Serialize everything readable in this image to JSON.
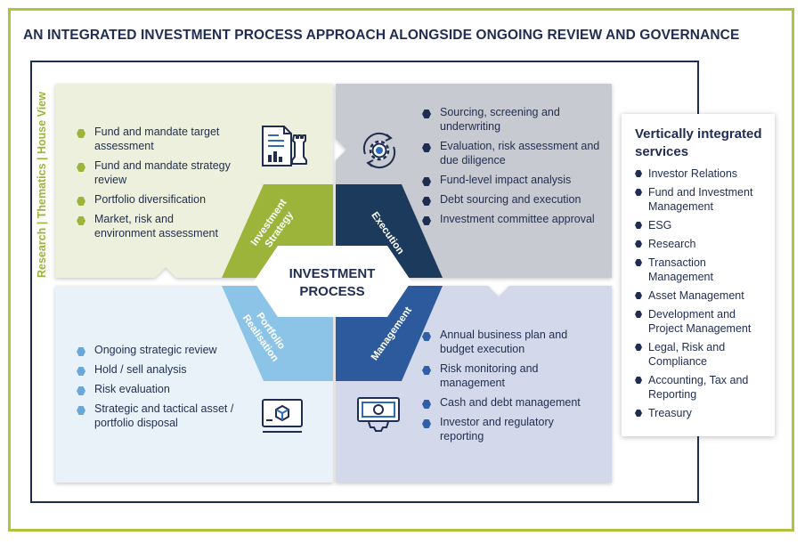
{
  "title": "AN INTEGRATED INVESTMENT PROCESS APPROACH ALONGSIDE ONGOING REVIEW AND GOVERNANCE",
  "side_label": "Research | Thematics | House View",
  "center": {
    "line1": "INVESTMENT",
    "line2": "PROCESS"
  },
  "investment_strategy": {
    "label_line1": "Investment",
    "label_line2": "Strategy",
    "items": [
      "Fund and mandate target assessment",
      "Fund and mandate strategy review",
      "Portfolio diversification",
      "Market, risk and environment assessment"
    ]
  },
  "execution": {
    "label": "Execution",
    "items": [
      "Sourcing, screening and underwriting",
      "Evaluation, risk assessment and due diligence",
      "Fund-level impact analysis",
      "Debt sourcing and execution",
      "Investment committee approval"
    ]
  },
  "portfolio_realisation": {
    "label_line1": "Portfolio",
    "label_line2": "Realisation",
    "items": [
      "Ongoing strategic review",
      "Hold / sell analysis",
      "Risk evaluation",
      "Strategic and tactical asset / portfolio disposal"
    ]
  },
  "management": {
    "label": "Management",
    "items": [
      "Annual business plan and budget execution",
      "Risk monitoring and management",
      "Cash and debt management",
      "Investor and regulatory reporting"
    ]
  },
  "services": {
    "heading": "Vertically integrated services",
    "items": [
      "Investor Relations",
      "Fund and Investment Management",
      "ESG",
      "Research",
      "Transaction Management",
      "Asset Management",
      "Development and Project Management",
      "Legal, Risk and Compliance",
      "Accounting, Tax and Reporting",
      "Treasury"
    ]
  },
  "colors": {
    "frame_green": "#b3c23d",
    "navy": "#1f2d52",
    "strategy_bg": "#ecf0dc",
    "execution_bg": "#c8cad1",
    "realisation_bg": "#e9f2f9",
    "management_bg": "#d3d8ea",
    "strategy_band": "#9cb43a",
    "execution_band": "#1c3a5c",
    "realisation_band": "#8cc4e8",
    "management_band": "#2c5a9c"
  },
  "icons": {
    "strategy": "document-chart-chess-icon",
    "execution": "gear-cycle-icon",
    "realisation": "laptop-box-icon",
    "management": "money-gear-icon"
  }
}
